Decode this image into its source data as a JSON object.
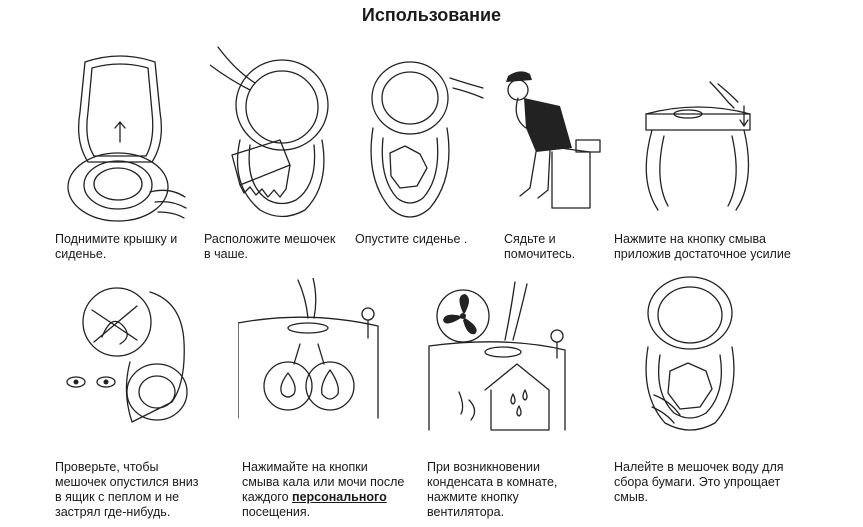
{
  "title": "Использование",
  "steps": [
    {
      "icon": "open-lid-illustration",
      "caption": "Поднимите крышку и\nсиденье."
    },
    {
      "icon": "place-bag-illustration",
      "caption": "Расположите мешочек\nв чаше."
    },
    {
      "icon": "lower-seat-illustration",
      "caption": "Опустите сиденье ."
    },
    {
      "icon": "sit-down-illustration",
      "caption": "Сядьте и\nпомочитесь."
    },
    {
      "icon": "press-flush-illustration",
      "caption": "Нажмите на кнопку смыва\nприложив достаточное усилие"
    },
    {
      "icon": "check-bag-illustration",
      "caption": "Проверьте, чтобы\nмешочек опустился вниз\nв ящик с пеплом и не\nзастрял где-нибудь."
    },
    {
      "icon": "flush-buttons-illustration",
      "caption_pre": "Нажимайте на кнопки\nсмыва кала или мочи после\nкаждого ",
      "caption_bold": "персонального",
      "caption_post": "\nпосещения."
    },
    {
      "icon": "fan-button-illustration",
      "caption": "При возникновении\nконденсата в комнате,\nнажмите кнопку\nвентилятора."
    },
    {
      "icon": "water-bag-illustration",
      "caption": "Налейте в мешочек воду для\nсбора бумаги. Это упрощает\nсмыв."
    }
  ]
}
